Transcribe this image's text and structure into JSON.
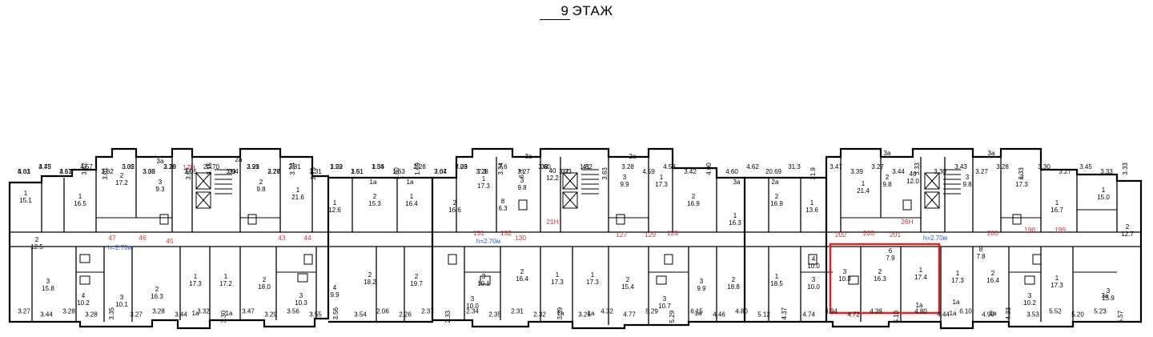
{
  "header": {
    "floor_number": "9",
    "floor_word": "ЭТАЖ"
  },
  "corridor_heights": [
    "h=2.70м",
    "h=2.70м",
    "h=2.70м"
  ],
  "apartment_numbers": [
    "47",
    "46",
    "45",
    "43",
    "44",
    "17Н",
    "131",
    "132",
    "130",
    "127",
    "129",
    "128",
    "21Н",
    "202",
    "203",
    "201",
    "26Н",
    "200",
    "198",
    "199"
  ],
  "room_labels": [
    {
      "n": "1",
      "a": "15.1"
    },
    {
      "n": "1",
      "a": "16.5"
    },
    {
      "n": "2",
      "a": "17.2"
    },
    {
      "n": "3",
      "a": "9.3"
    },
    {
      "n": "2",
      "a": "9.8"
    },
    {
      "n": "1",
      "a": "21.6"
    },
    {
      "n": "1",
      "a": "12.6"
    },
    {
      "n": "2",
      "a": "15.3"
    },
    {
      "n": "1",
      "a": "16.4"
    },
    {
      "n": "2",
      "a": "16.6"
    },
    {
      "n": "1",
      "a": "17.3"
    },
    {
      "n": "3",
      "a": "9.8"
    },
    {
      "n": "40",
      "a": "12.2"
    },
    {
      "n": "3",
      "a": "9.9"
    },
    {
      "n": "1",
      "a": "17.3"
    },
    {
      "n": "2",
      "a": "16.9"
    },
    {
      "n": "1",
      "a": "16.3"
    },
    {
      "n": "2",
      "a": "16.9"
    },
    {
      "n": "1",
      "a": "13.6"
    },
    {
      "n": "1",
      "a": "21.4"
    },
    {
      "n": "2",
      "a": "9.8"
    },
    {
      "n": "40",
      "a": "12.0"
    },
    {
      "n": "3",
      "a": "9.8"
    },
    {
      "n": "2",
      "a": "17.3"
    },
    {
      "n": "1",
      "a": "16.7"
    },
    {
      "n": "1",
      "a": "15.0"
    },
    {
      "n": "2",
      "a": "12.7"
    },
    {
      "n": "2",
      "a": "12.5"
    },
    {
      "n": "3",
      "a": "15.8"
    },
    {
      "n": "4",
      "a": "10.2"
    },
    {
      "n": "3",
      "a": "10.1"
    },
    {
      "n": "2",
      "a": "16.3"
    },
    {
      "n": "1",
      "a": "17.3"
    },
    {
      "n": "1",
      "a": "17.2"
    },
    {
      "n": "2",
      "a": "18.0"
    },
    {
      "n": "3",
      "a": "10.3"
    },
    {
      "n": "4",
      "a": "9.9"
    },
    {
      "n": "2",
      "a": "18.2"
    },
    {
      "n": "2",
      "a": "19.7"
    },
    {
      "n": "3",
      "a": "10.0"
    },
    {
      "n": "3",
      "a": "10.1"
    },
    {
      "n": "2",
      "a": "16.4"
    },
    {
      "n": "1",
      "a": "17.3"
    },
    {
      "n": "1",
      "a": "17.3"
    },
    {
      "n": "2",
      "a": "15.4"
    },
    {
      "n": "3",
      "a": "10.7"
    },
    {
      "n": "3",
      "a": "9.9"
    },
    {
      "n": "2",
      "a": "18.8"
    },
    {
      "n": "1",
      "a": "18.5"
    },
    {
      "n": "3",
      "a": "10.0"
    },
    {
      "n": "3",
      "a": "10.3"
    },
    {
      "n": "2",
      "a": "16.3"
    },
    {
      "n": "1",
      "a": "17.4"
    },
    {
      "n": "1",
      "a": "17.3"
    },
    {
      "n": "2",
      "a": "16.4"
    },
    {
      "n": "3",
      "a": "10.2"
    },
    {
      "n": "1",
      "a": "17.3"
    },
    {
      "n": "3",
      "a": "15.9"
    },
    {
      "n": "6",
      "a": "7.9"
    },
    {
      "n": "8",
      "a": "6.3"
    },
    {
      "n": "8",
      "a": "7.8"
    },
    {
      "n": "4",
      "a": "10.0"
    }
  ],
  "dimensions": [
    "4.63",
    "3.43",
    "3.51",
    "3.42",
    "3.62",
    "3.35",
    "3.33",
    "2.28",
    "3.62",
    "20.70",
    "39",
    "2.29",
    "3.27",
    "3.34",
    "3.31",
    "3.29",
    "3.61",
    "3.36",
    "1.80",
    "2.28",
    "3.64",
    "3.29",
    "3.28",
    "3.34",
    "3.27",
    "3.60",
    "3.33",
    "1.82",
    "3.63",
    "3.28",
    "4.59",
    "4.58",
    "3.42",
    "4.00",
    "4.60",
    "4.62",
    "20.69",
    "31.3",
    "31.9",
    "3.47",
    "3.39",
    "3.27",
    "3.44",
    "3.33",
    "3.30",
    "3.43",
    "3.27",
    "3.28",
    "3.33",
    "3.30",
    "3.27",
    "3.45",
    "3.33",
    "3.33",
    "3.27",
    "3.44",
    "3.28",
    "3.28",
    "3.35",
    "3.27",
    "3.28",
    "3.44",
    "3.32",
    "3.30",
    "3.47",
    "3.29",
    "3.56",
    "3.55",
    "3.56",
    "3.54",
    "2.06",
    "2.26",
    "2.37",
    "2.33",
    "2.34",
    "2.35",
    "2.31",
    "2.32",
    "3.39",
    "3.26",
    "4.32",
    "4.77",
    "5.29",
    "5.29",
    "6.15",
    "4.46",
    "4.80",
    "5.12",
    "4.37",
    "4.74",
    "4.94",
    "4.72",
    "4.38",
    "5.10",
    "4.80",
    "4.44",
    "6.10",
    "4.99",
    "4.33",
    "3.53",
    "5.52",
    "5.20",
    "5.23",
    "5.57",
    "5.01",
    "4.75",
    "4.67",
    "4.57",
    "3.01",
    "3.02",
    "3.08",
    "3.10",
    "3.05",
    "3.15",
    "3.04",
    "3.91",
    "2.76",
    "2.81",
    "2.73",
    "1.52",
    "1.51",
    "1.54",
    "1.63",
    "1.69",
    "7.07",
    "7.03",
    "7.3",
    "7.6",
    "6.3",
    "38",
    "37",
    "41"
  ],
  "stair_labels": [
    "1a",
    "1a",
    "1a",
    "2a",
    "3a",
    "3a",
    "2a",
    "3a",
    "2a",
    "3a",
    "1a",
    "1a",
    "1a",
    "1a",
    "1a",
    "3a",
    "3a",
    "1a",
    "1a",
    "1a"
  ],
  "highlight_color": "#d62828",
  "apt_number_color": "#d23a3a",
  "height_label_color": "#2a5bd7"
}
